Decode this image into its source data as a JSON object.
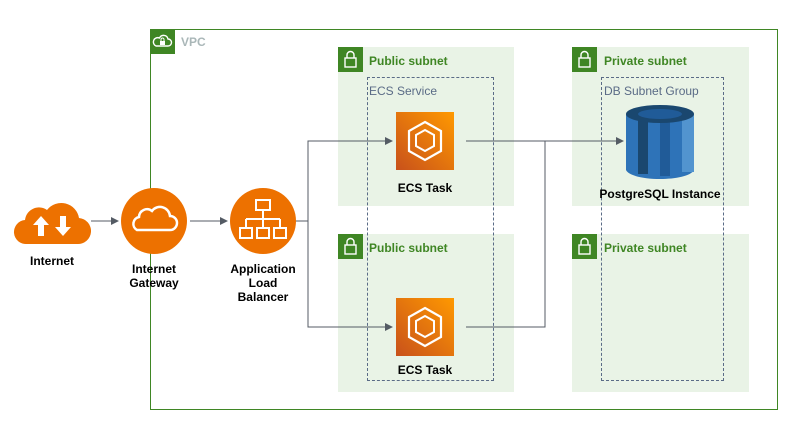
{
  "vpc": {
    "label": "VPC"
  },
  "subnets": {
    "public_top": "Public subnet",
    "public_bottom": "Public subnet",
    "private_top": "Private subnet",
    "private_bottom": "Private subnet"
  },
  "groups": {
    "ecs_service": "ECS Service",
    "db_subnet_group": "DB Subnet Group"
  },
  "nodes": {
    "internet": "Internet",
    "igw_line1": "Internet",
    "igw_line2": "Gateway",
    "alb_line1": "Application",
    "alb_line2": "Load",
    "alb_line3": "Balancer",
    "ecs_task_top": "ECS Task",
    "ecs_task_bottom": "ECS Task",
    "postgres": "PostgreSQL Instance"
  },
  "icons": {
    "vpc": "cloud-lock-icon",
    "subnet": "lock-icon",
    "internet": "cloud-upload-download-icon",
    "igw": "cloud-icon",
    "alb": "load-balancer-icon",
    "ecs": "ecs-task-icon",
    "rds": "database-cylinder-icon"
  },
  "colors": {
    "vpc_border": "#3f8624",
    "subnet_fill": "#e9f3e6",
    "subnet_text": "#3f8624",
    "orange": "#ed7100",
    "rds_blue": "#2e73b8",
    "arrow": "#545b64"
  }
}
